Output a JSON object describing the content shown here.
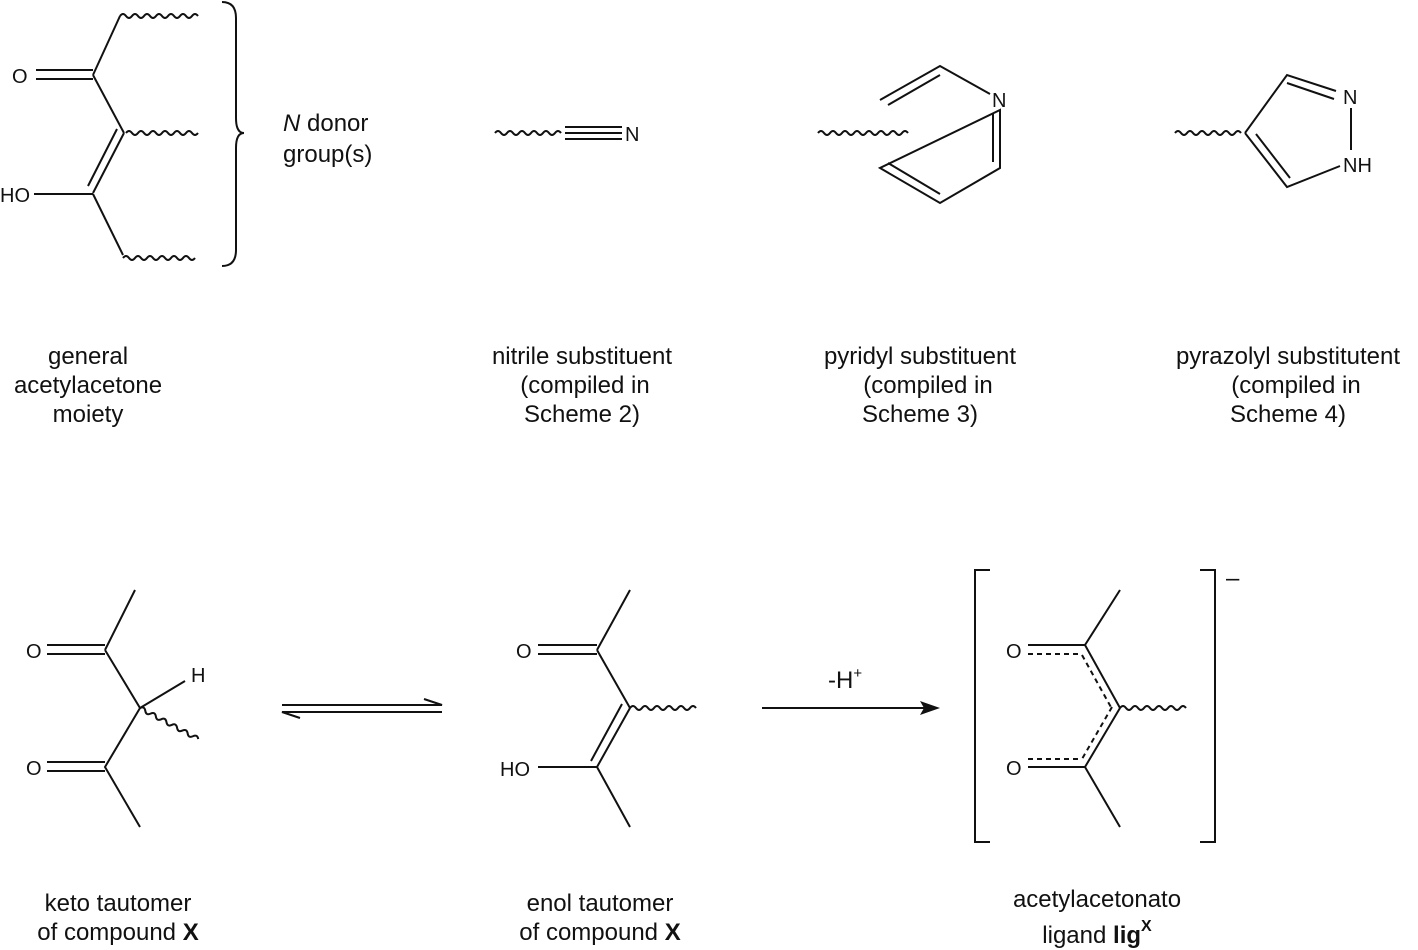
{
  "top_row": {
    "general": {
      "atoms": {
        "o": "O",
        "ho": "HO"
      },
      "label": [
        "general",
        "acetylacetone",
        "moiety"
      ],
      "brace_label_italic": "N",
      "brace_label": [
        " donor",
        "group(s)"
      ]
    },
    "nitrile": {
      "atoms": {
        "n": "N"
      },
      "label": [
        "nitrile substituent",
        "(compiled in",
        "Scheme 2)"
      ]
    },
    "pyridyl": {
      "atoms": {
        "n": "N"
      },
      "label": [
        "pyridyl substituent",
        "(compiled in",
        "Scheme 3)"
      ]
    },
    "pyrazolyl": {
      "atoms": {
        "n": "N",
        "nh": "NH"
      },
      "label": [
        "pyrazolyl substitutent",
        "(compiled in",
        "Scheme 4)"
      ]
    }
  },
  "bottom_row": {
    "keto": {
      "atoms": {
        "o1": "O",
        "o2": "O",
        "h": "H"
      },
      "label": [
        "keto tautomer",
        "of compound ",
        "X"
      ]
    },
    "enol": {
      "atoms": {
        "o": "O",
        "ho": "HO"
      },
      "label": [
        "enol tautomer",
        "of compound ",
        "X"
      ]
    },
    "arrow_label": {
      "text": "-H",
      "sup": "+"
    },
    "acac": {
      "atoms": {
        "o1": "O",
        "o2": "O"
      },
      "charge": "–",
      "label": [
        "acetylacetonato",
        "ligand ",
        "lig",
        "X"
      ]
    }
  }
}
